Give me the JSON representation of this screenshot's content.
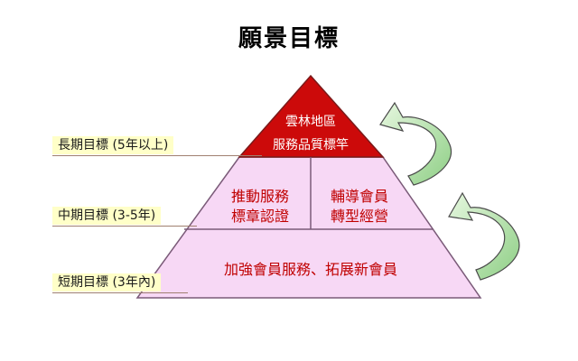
{
  "title": "願景目標",
  "goal_labels": {
    "long": "長期目標 (5年以上)",
    "mid": "中期目標 (3-5年)",
    "short": "短期目標 (3年內)"
  },
  "pyramid": {
    "top": {
      "line1": "雲林地區",
      "line2": "服務品質標竿"
    },
    "middle_left": {
      "line1": "推動服務",
      "line2": "標章認證"
    },
    "middle_right": {
      "line1": "輔導會員",
      "line2": "轉型經營"
    },
    "bottom": "加強會員服務、拓展新會員"
  },
  "colors": {
    "top_tier": "#cc0a0a",
    "lower_tiers": "#f7d8f5",
    "label_bg": "#ffffc8",
    "arrow": "#b8e2b0"
  }
}
